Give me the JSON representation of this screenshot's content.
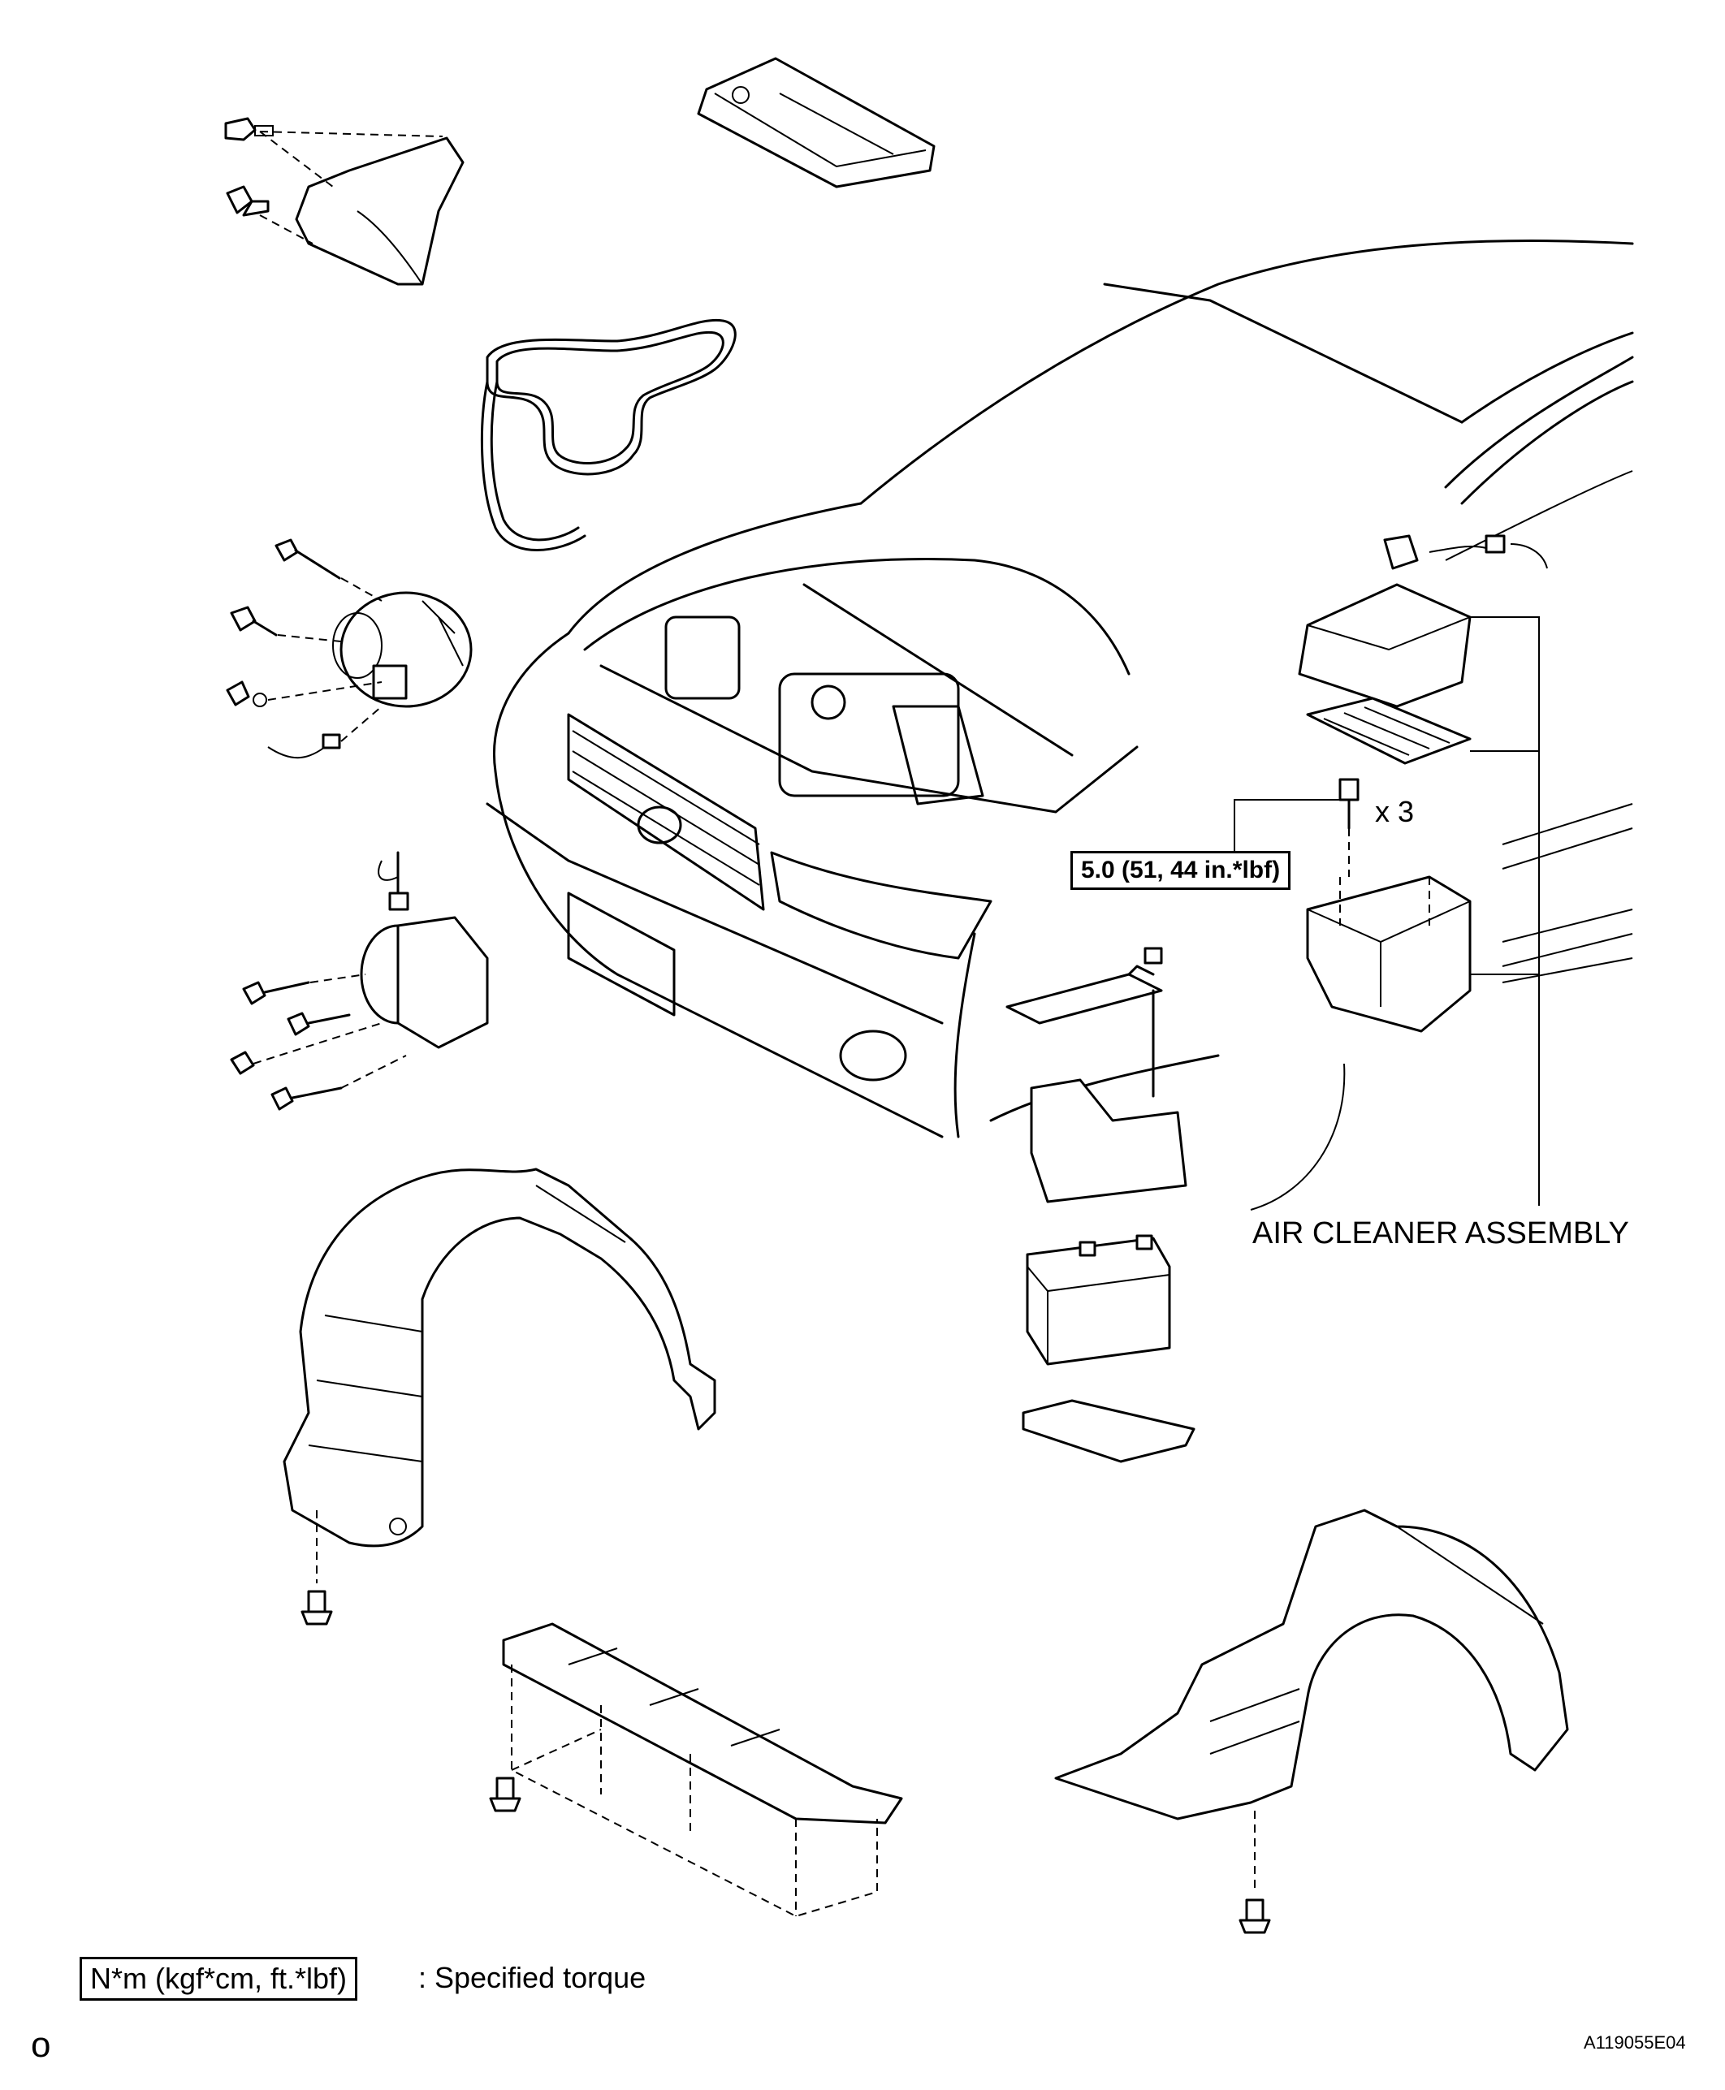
{
  "labels": {
    "torque_value": "5.0 (51, 44 in.*lbf)",
    "quantity": "x 3",
    "air_cleaner": "AIR CLEANER ASSEMBLY",
    "legend_unit": "N*m (kgf*cm, ft.*lbf)",
    "legend_text": ": Specified torque",
    "page_mark": "o",
    "figure_code": "A119055E04"
  }
}
